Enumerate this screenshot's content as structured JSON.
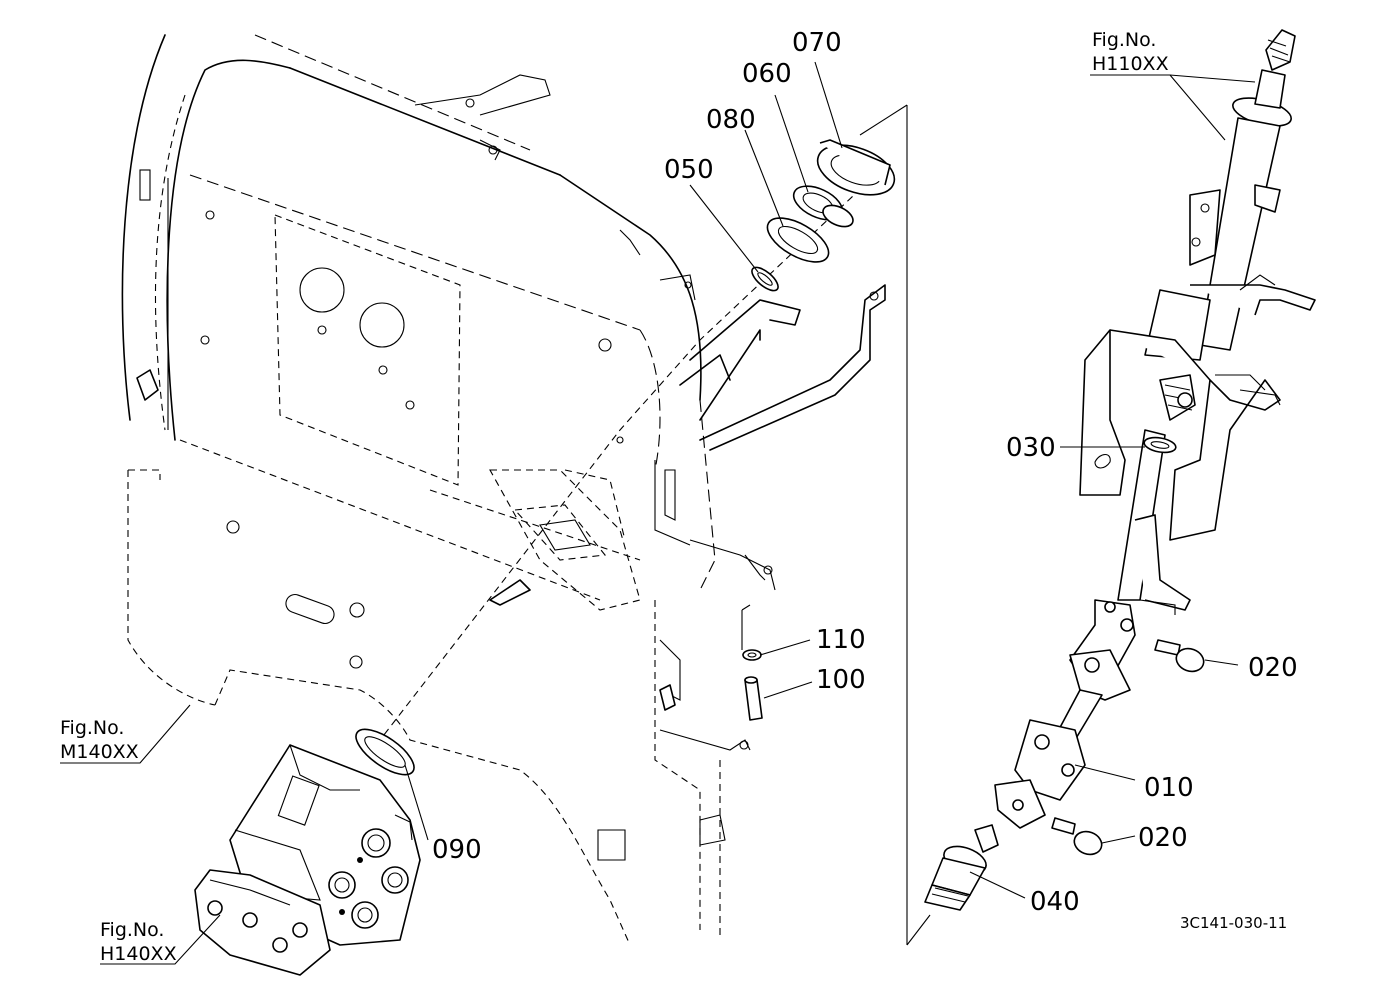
{
  "drawing_code": "3C141-030-11",
  "callouts": {
    "p010": "010",
    "p020a": "020",
    "p020b": "020",
    "p030": "030",
    "p040": "040",
    "p050": "050",
    "p060": "060",
    "p070": "070",
    "p080": "080",
    "p090": "090",
    "p100": "100",
    "p110": "110"
  },
  "figure_refs": {
    "top_right": {
      "prefix": "Fig.No.",
      "number": "H110XX"
    },
    "left": {
      "prefix": "Fig.No.",
      "number": "M140XX"
    },
    "bottom_left": {
      "prefix": "Fig.No.",
      "number": "H140XX"
    }
  }
}
